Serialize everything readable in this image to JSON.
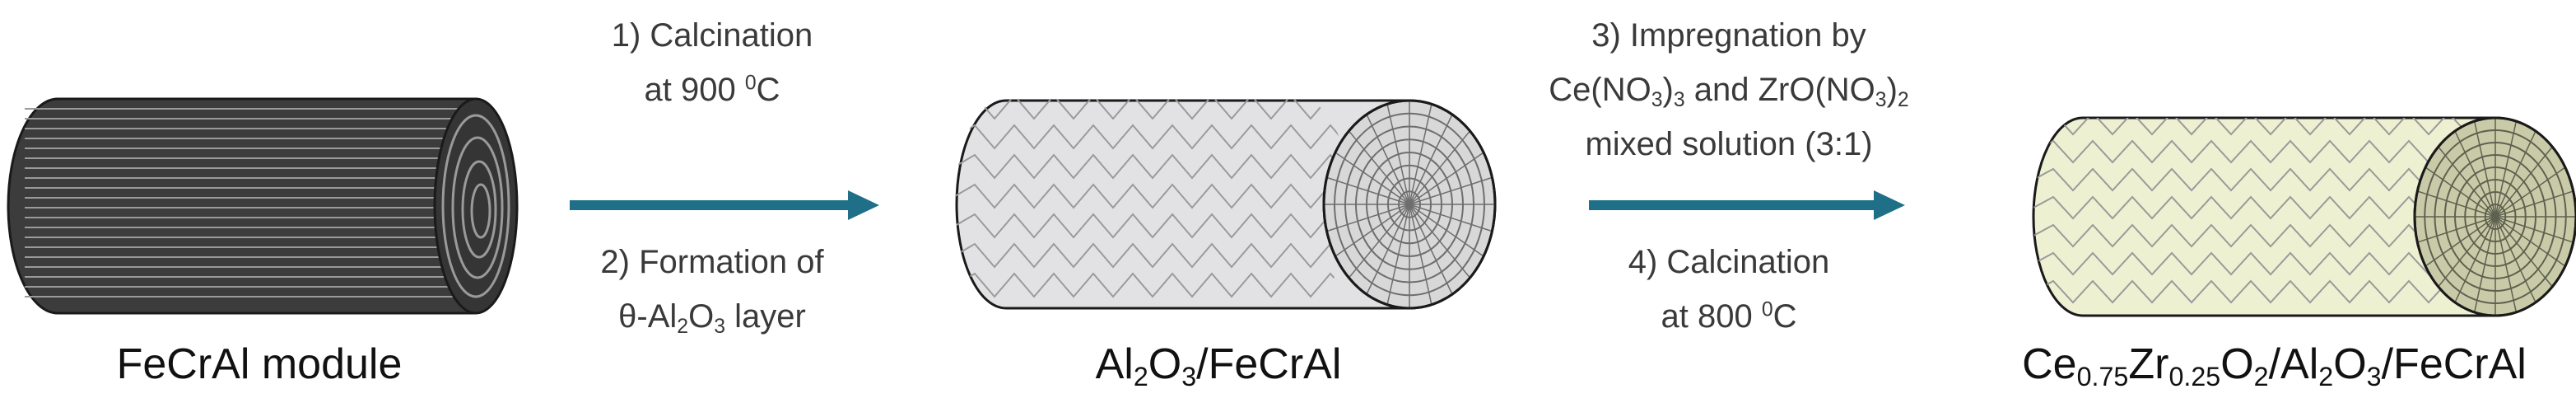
{
  "modules": [
    {
      "id": "fecral",
      "caption_parts": [
        {
          "t": "FeCrAl module"
        }
      ]
    },
    {
      "id": "alumina",
      "caption_parts": [
        {
          "t": "Al"
        },
        {
          "sub": "2"
        },
        {
          "t": "O"
        },
        {
          "sub": "3"
        },
        {
          "t": "/FeCrAl"
        }
      ]
    },
    {
      "id": "ceria",
      "caption_parts": [
        {
          "t": "Ce"
        },
        {
          "sub": "0.75"
        },
        {
          "t": "Zr"
        },
        {
          "sub": "0.25"
        },
        {
          "t": "O"
        },
        {
          "sub": "2"
        },
        {
          "t": "/Al"
        },
        {
          "sub": "2"
        },
        {
          "t": "O"
        },
        {
          "sub": "3"
        },
        {
          "t": "/FeCrAl"
        }
      ]
    }
  ],
  "steps": {
    "step1": [
      [
        {
          "t": "1) Calcination"
        }
      ],
      [
        {
          "t": "at 900 "
        },
        {
          "sup": "0"
        },
        {
          "t": "C"
        }
      ]
    ],
    "step2": [
      [
        {
          "t": "2) Formation of"
        }
      ],
      [
        {
          "t": "θ-Al"
        },
        {
          "sub": "2"
        },
        {
          "t": "O"
        },
        {
          "sub": "3"
        },
        {
          "t": " layer"
        }
      ]
    ],
    "step3": [
      [
        {
          "t": "3) Impregnation by"
        }
      ],
      [
        {
          "t": "Ce(NO"
        },
        {
          "sub": "3"
        },
        {
          "t": ")"
        },
        {
          "sub": "3"
        },
        {
          "t": " and ZrO(NO"
        },
        {
          "sub": "3"
        },
        {
          "t": ")"
        },
        {
          "sub": "2"
        }
      ],
      [
        {
          "t": "mixed solution (3:1)"
        }
      ]
    ],
    "step4": [
      [
        {
          "t": "4) Calcination"
        }
      ],
      [
        {
          "t": "at 800 "
        },
        {
          "sup": "0"
        },
        {
          "t": "C"
        }
      ]
    ]
  },
  "colors": {
    "arrow": "#1e6f87",
    "metal_dark": "#3c3c3c",
    "metal_stripe": "#9a9a9a",
    "alumina_fill": "#e2e2e4",
    "ceria_fill": "#eef0d2",
    "outline": "#1a1a1a",
    "zigzag": "#9a9a9a"
  },
  "icons": {
    "arrow1": "right-arrow-icon",
    "arrow2": "right-arrow-icon"
  }
}
